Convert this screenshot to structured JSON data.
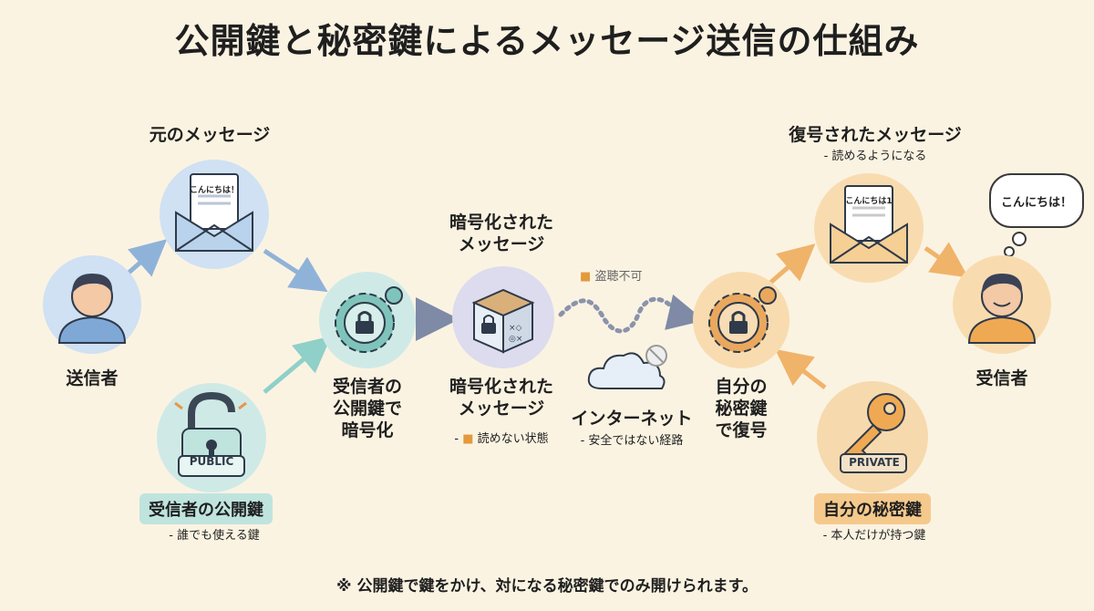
{
  "title": "公開鍵と秘密鍵によるメッセージ送信の仕組み",
  "sender": {
    "label": "送信者"
  },
  "original": {
    "label": "元のメッセージ",
    "letter_text": "こんにちは！"
  },
  "public_key": {
    "tag": "PUBLIC",
    "label": "受信者の公開鍵",
    "note": "- 誰でも使える鍵"
  },
  "encrypt": {
    "label_line1": "受信者の",
    "label_line2": "公開鍵で",
    "label_line3": "暗号化"
  },
  "encrypted_msg": {
    "top_line1": "暗号化された",
    "top_line2": "メッセージ",
    "bottom_line1": "暗号化された",
    "bottom_line2": "メッセージ",
    "note": "読めない状態"
  },
  "internet": {
    "eavesdrop": "盗聴不可",
    "label": "インターネット",
    "note": "- 安全ではない経路"
  },
  "decrypt": {
    "label_line1": "自分の",
    "label_line2": "秘密鍵",
    "label_line3": "で復号"
  },
  "decrypted_msg": {
    "label": "復号されたメッセージ",
    "note": "- 読めるようになる",
    "letter_text": "こんにちは1"
  },
  "private_key": {
    "tag": "PRIVATE",
    "label": "自分の秘密鍵",
    "note": "- 本人だけが持つ鍵"
  },
  "receiver": {
    "label": "受信者",
    "speech": "こんにちは！"
  },
  "footnote": "※ 公開鍵で鍵をかけ、対になる秘密鍵でのみ開けられます。",
  "colors": {
    "blue": "#cfe1f3",
    "teal": "#cfeae6",
    "violet": "#dcdcee",
    "orange": "#f8dcb0",
    "arrow_gray": "#7e8aa6"
  }
}
